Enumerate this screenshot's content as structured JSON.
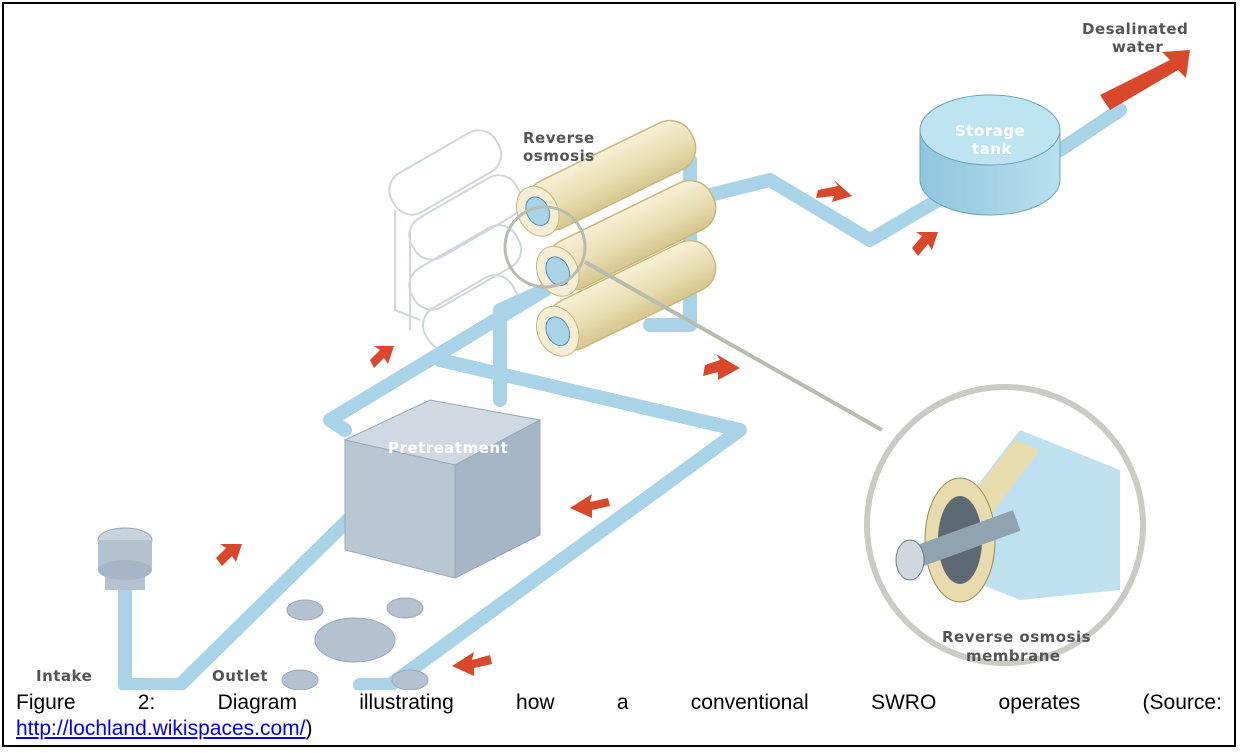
{
  "labels": {
    "desalinated_1": "Desalinated",
    "desalinated_2": "water",
    "storage_1": "Storage",
    "storage_2": "tank",
    "ro_1": "Reverse",
    "ro_2": "osmosis",
    "pretreatment": "Pretreatment",
    "intake": "Intake",
    "outlet": "Outlet",
    "membrane_1": "Reverse osmosis",
    "membrane_2": "membrane"
  },
  "caption": {
    "words": [
      "Figure",
      "2:",
      "Diagram",
      "illustrating",
      "how",
      "a",
      "conventional",
      "SWRO",
      "operates",
      "(Source:"
    ],
    "link": "http://lochland.wikispaces.com/",
    "close": ")"
  },
  "colors": {
    "pipe": "#a9d3e6",
    "pipe_edge": "#7fb3cc",
    "arrow": "#d9482b",
    "tube": "#efe6c2",
    "box": "#b9c6d4"
  }
}
